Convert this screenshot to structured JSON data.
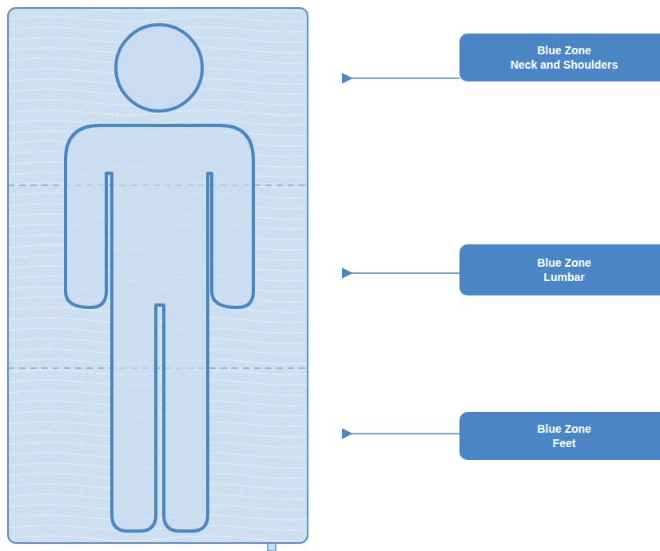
{
  "diagram": {
    "nodes": [
      {
        "text": [
          "Blue Zone",
          "Neck and Shoulders"
        ]
      },
      {
        "text": [
          "Blue Zone",
          "Lumbar"
        ]
      },
      {
        "text": [
          "Blue Zone",
          "Feet"
        ]
      }
    ]
  }
}
